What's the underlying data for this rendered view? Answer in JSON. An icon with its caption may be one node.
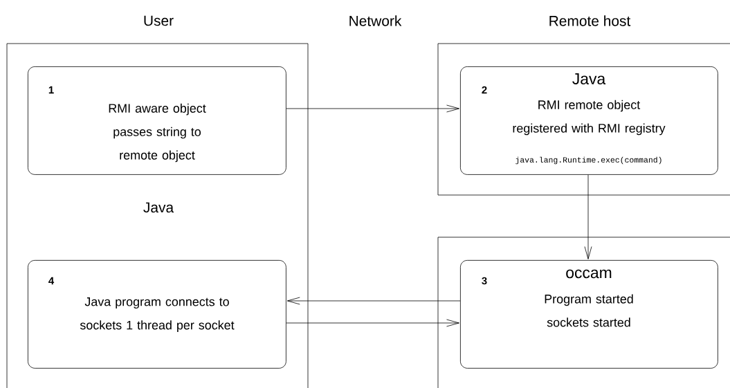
{
  "diagram": {
    "nodes": [
      {
        "text": [
          "Java"
        ]
      },
      {
        "text": [
          "1",
          "RMI aware object passes string to remote object"
        ],
        "in": 0
      },
      {
        "text": [
          "4",
          "Java program connects to sockets 1 thread per socket"
        ],
        "in": 0
      },
      {
        "text": [],
        "shape": "box"
      },
      {
        "text": [
          "2",
          "Java",
          "RMI remote object registered with RMI registry",
          "java.lang.Runtime.exec(command)"
        ],
        "in": 3
      },
      {
        "text": [],
        "shape": "box"
      },
      {
        "text": [
          "3",
          "occam",
          "Program started sockets started"
        ],
        "in": 5
      }
    ],
    "edges": [
      {
        "from": 1,
        "to": 4,
        "arrow": "to"
      },
      {
        "from": 4,
        "to": 6,
        "arrow": "to"
      },
      {
        "from": 6,
        "to": 2,
        "arrow": "to"
      },
      {
        "from": 2,
        "to": 6,
        "arrow": "to"
      }
    ],
    "labels": [
      "User",
      "Network",
      "Remote host"
    ]
  }
}
